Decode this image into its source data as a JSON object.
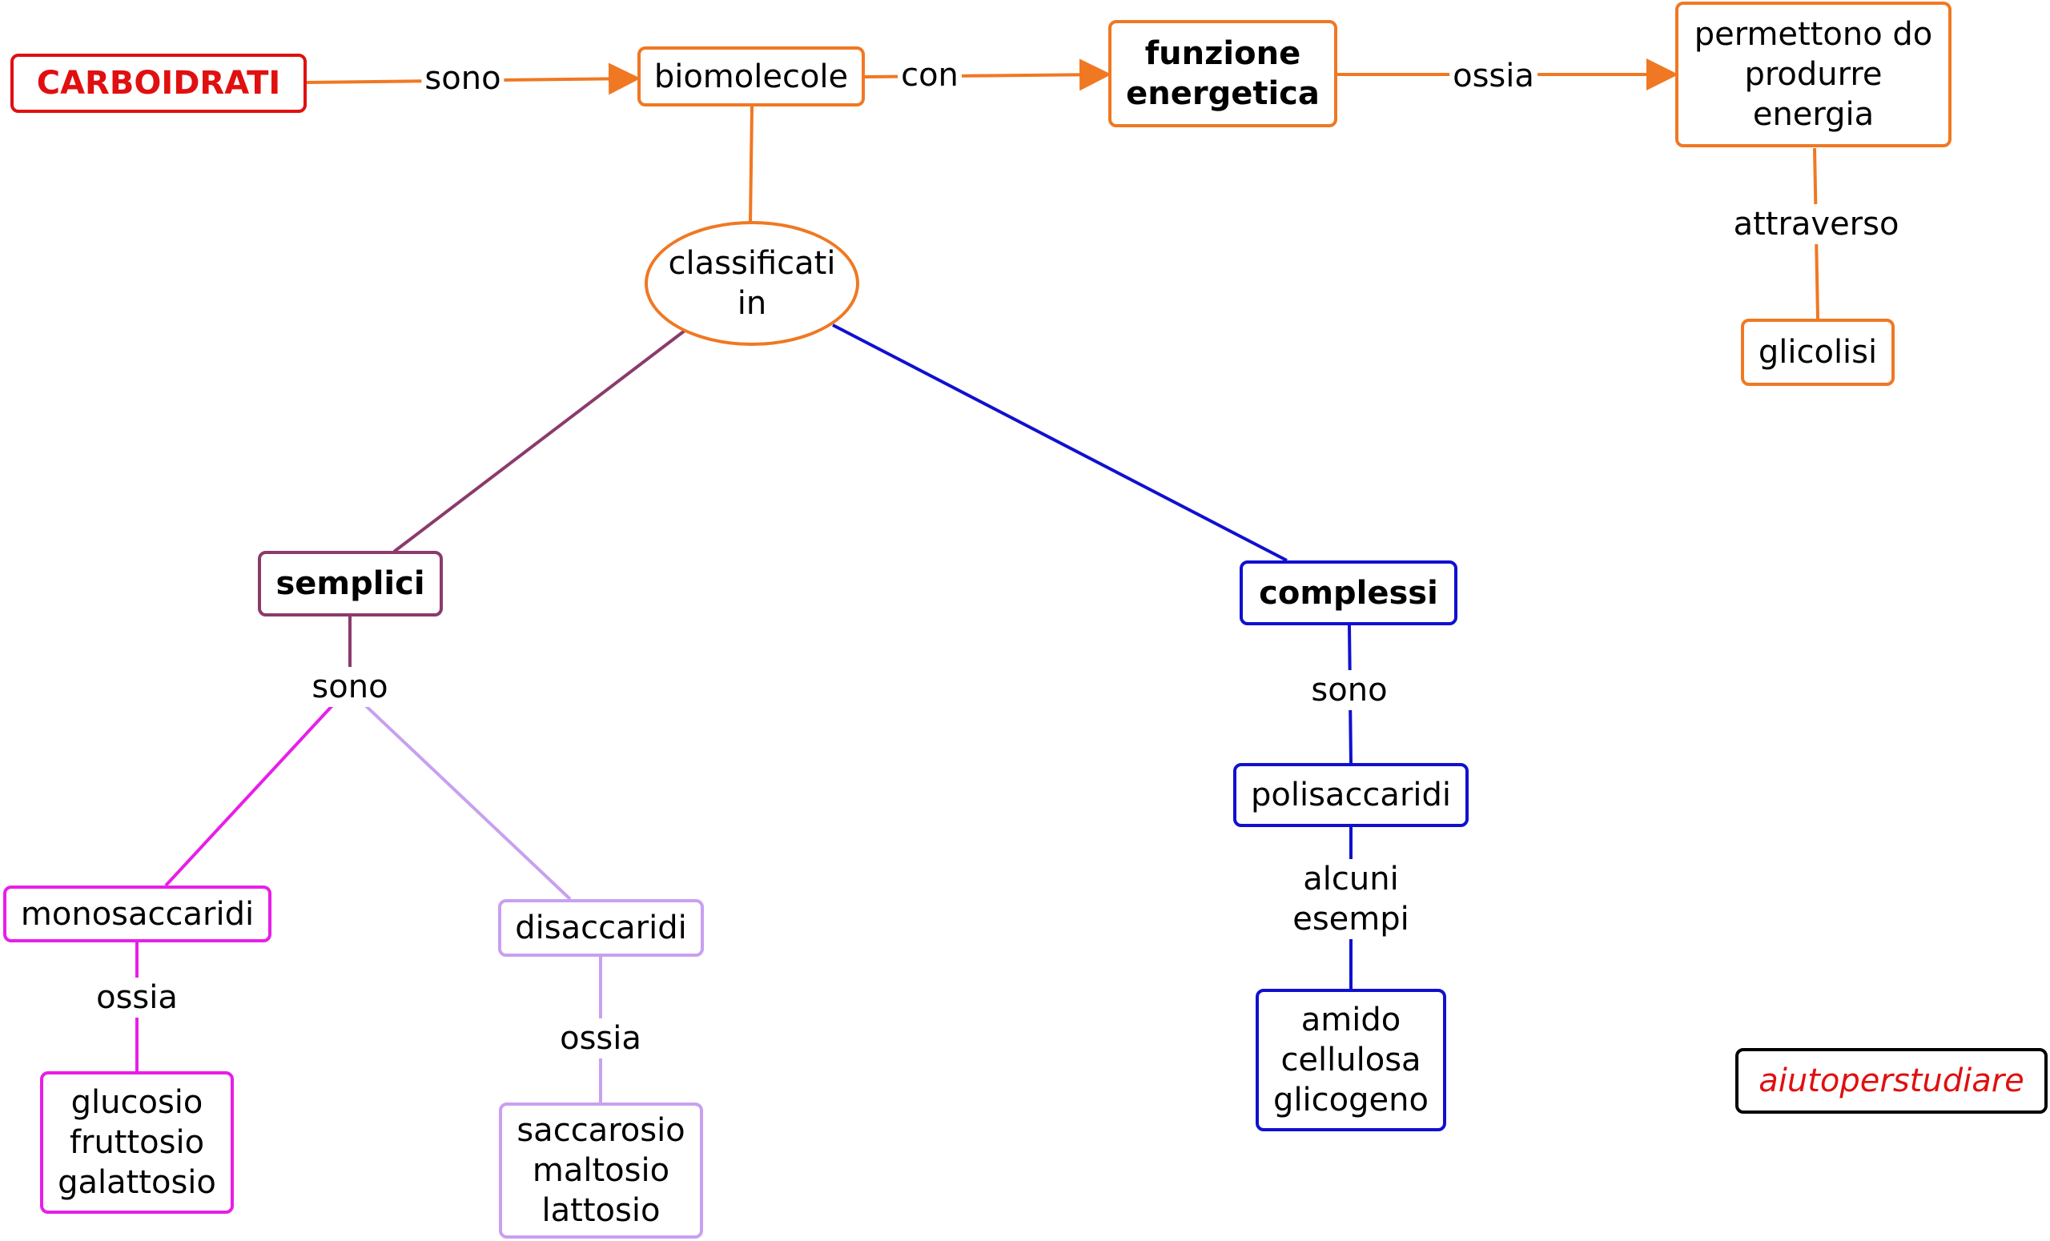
{
  "colors": {
    "orange": "#f07822",
    "red": "#e01010",
    "purple": "#8b3a6b",
    "blue": "#1010d0",
    "magenta": "#e81ee8",
    "lavender": "#c8a0f0",
    "black": "#000000"
  },
  "nodes": {
    "carboidrati": "CARBOIDRATI",
    "biomolecole": "biomolecole",
    "funzione": [
      "funzione",
      "energetica"
    ],
    "permettono": [
      "permettono do",
      "produrre",
      "energia"
    ],
    "glicolisi": "glicolisi",
    "classificati": [
      "classificati",
      "in"
    ],
    "semplici": "semplici",
    "complessi": "complessi",
    "polisaccaridi": "polisaccaridi",
    "amido": [
      "amido",
      "cellulosa",
      "glicogeno"
    ],
    "monosaccaridi": "monosaccaridi",
    "disaccaridi": "disaccaridi",
    "glucosio": [
      "glucosio",
      "fruttosio",
      "galattosio"
    ],
    "saccarosio": [
      "saccarosio",
      "maltosio",
      "lattosio"
    ],
    "aiuto": "aiutoperstudiare"
  },
  "labels": {
    "sono_top": "sono",
    "con": "con",
    "ossia_top": "ossia",
    "attraverso": "attraverso",
    "sono_semplici": "sono",
    "sono_complessi": "sono",
    "alcuni_esempi": [
      "alcuni",
      "esempi"
    ],
    "ossia_mono": "ossia",
    "ossia_di": "ossia"
  }
}
